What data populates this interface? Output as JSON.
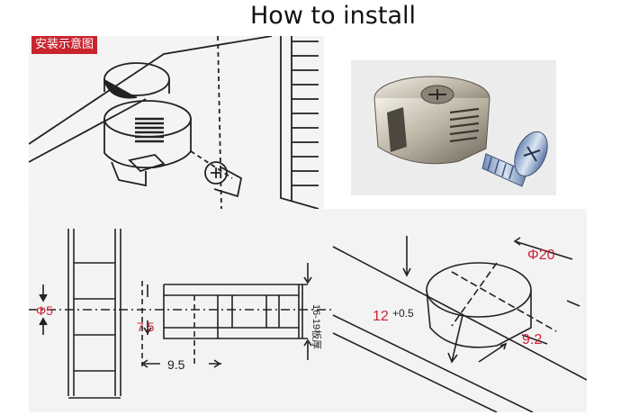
{
  "title": "How to install",
  "top_left": {
    "badge": "安装示意图"
  },
  "bottom": {
    "dim_phi5": "Φ5",
    "dim_7_5": "7.5",
    "dim_9_5": "9.5",
    "dim_board": "16-19板厚",
    "dim_12": "12",
    "dim_tol": "+0.5",
    "dim_phi20": "Φ20",
    "dim_9_2": "9.2"
  },
  "colors": {
    "badge_bg": "#c8242f",
    "dim_red": "#cc2233"
  }
}
